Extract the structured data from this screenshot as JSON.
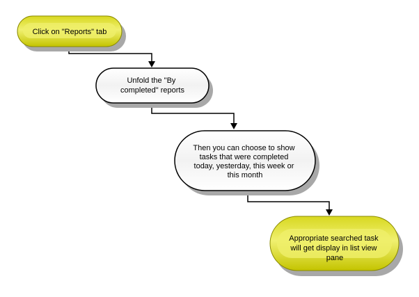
{
  "colors": {
    "yellow_fill": "#cccc00",
    "yellow_highlight": "#eeee66",
    "yellow_border": "#8a8a00",
    "white_fill": "#ffffff",
    "white_highlight": "#e6e6e6",
    "border": "#000000",
    "shadow": "#b0b0b0",
    "connector": "#000000"
  },
  "steps": [
    {
      "lines": [
        "Click on \"Reports\" tab"
      ],
      "style": "yellow"
    },
    {
      "lines": [
        "Unfold the \"By",
        "completed\" reports"
      ],
      "style": "white"
    },
    {
      "lines": [
        "Then you can choose to show",
        "tasks that were completed",
        "today, yesterday, this week or",
        "this month"
      ],
      "style": "white"
    },
    {
      "lines": [
        "Appropriate searched task",
        "will get display in list view",
        "pane"
      ],
      "style": "yellow"
    }
  ]
}
